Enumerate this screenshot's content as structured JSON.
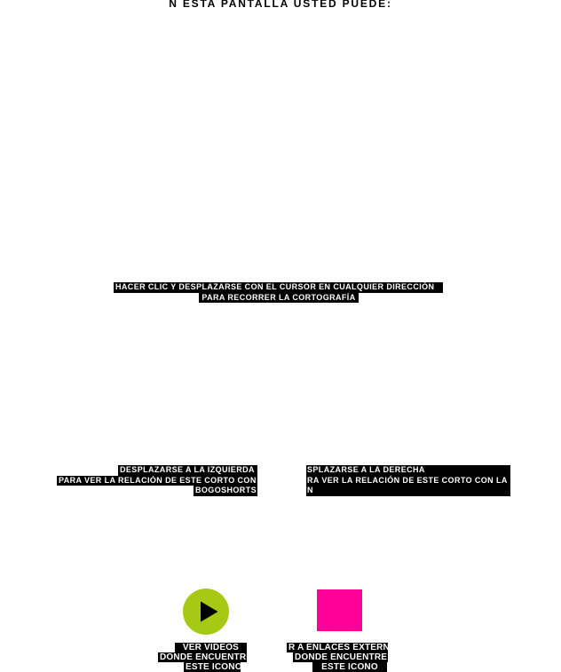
{
  "colors": {
    "background": "#ffffff",
    "bar_bg": "#000000",
    "bar_text": "#ffffff",
    "play_green": "#a6c916",
    "link_magenta": "#ff0098"
  },
  "title": "N ESTA PANTALLA USTED PUEDE:",
  "instructions": {
    "pan": {
      "line1": "HACER CLIC Y DESPLAZARSE CON EL CURSOR EN CUALQUIER DIRECCIÓN",
      "line2": "PARA RECORRER LA CORTOGRAFÍA"
    },
    "scroll_left": {
      "line1": "DESPLAZARSE A LA IZQUIERDA",
      "line2": "PARA VER LA RELACIÓN DE ESTE CORTO CON",
      "line3": "BOGOSHORTS"
    },
    "scroll_right": {
      "line1": "SPLAZARSE A LA DERECHA",
      "line2": "RA VER LA RELACIÓN DE ESTE CORTO CON LA",
      "line3": "N"
    },
    "videos": {
      "line1": "VER VIDEOS",
      "line2": "DONDE ENCUENTRE",
      "line3": "ESTE ICONO"
    },
    "links": {
      "line1": "R A ENLACES EXTERNO",
      "line2": "DONDE ENCUENTRE",
      "line3": "ESTE ICONO"
    }
  },
  "icons": {
    "play": "play-icon",
    "external_link": "external-link-icon"
  }
}
